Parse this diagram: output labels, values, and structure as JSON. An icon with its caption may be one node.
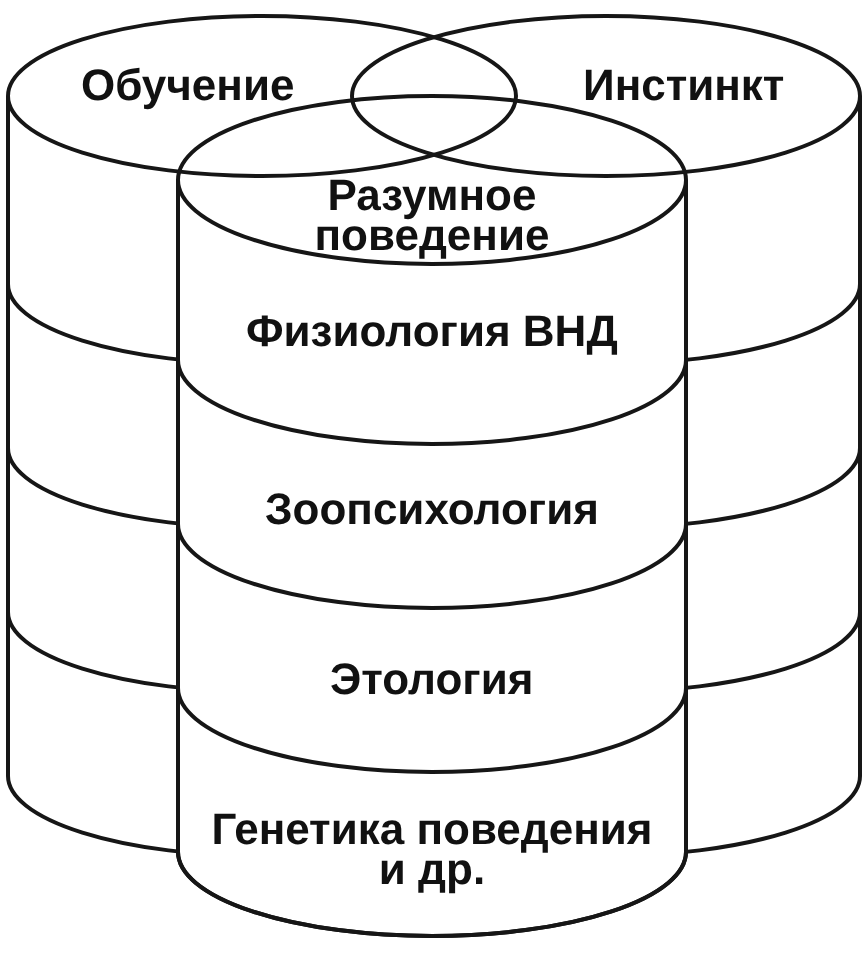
{
  "diagram": {
    "nodes": [
      {
        "text": [
          "Обучение"
        ]
      },
      {
        "text": [
          "Инстинкт"
        ]
      },
      {
        "text": [
          "Разумное поведение"
        ]
      },
      {
        "text": [
          "Физиология ВНД"
        ],
        "in": 2
      },
      {
        "text": [
          "Зоопсихология"
        ],
        "in": 2
      },
      {
        "text": [
          "Этология"
        ],
        "in": 2
      },
      {
        "text": [
          "Генетика поведения и др."
        ],
        "in": 2
      }
    ]
  }
}
